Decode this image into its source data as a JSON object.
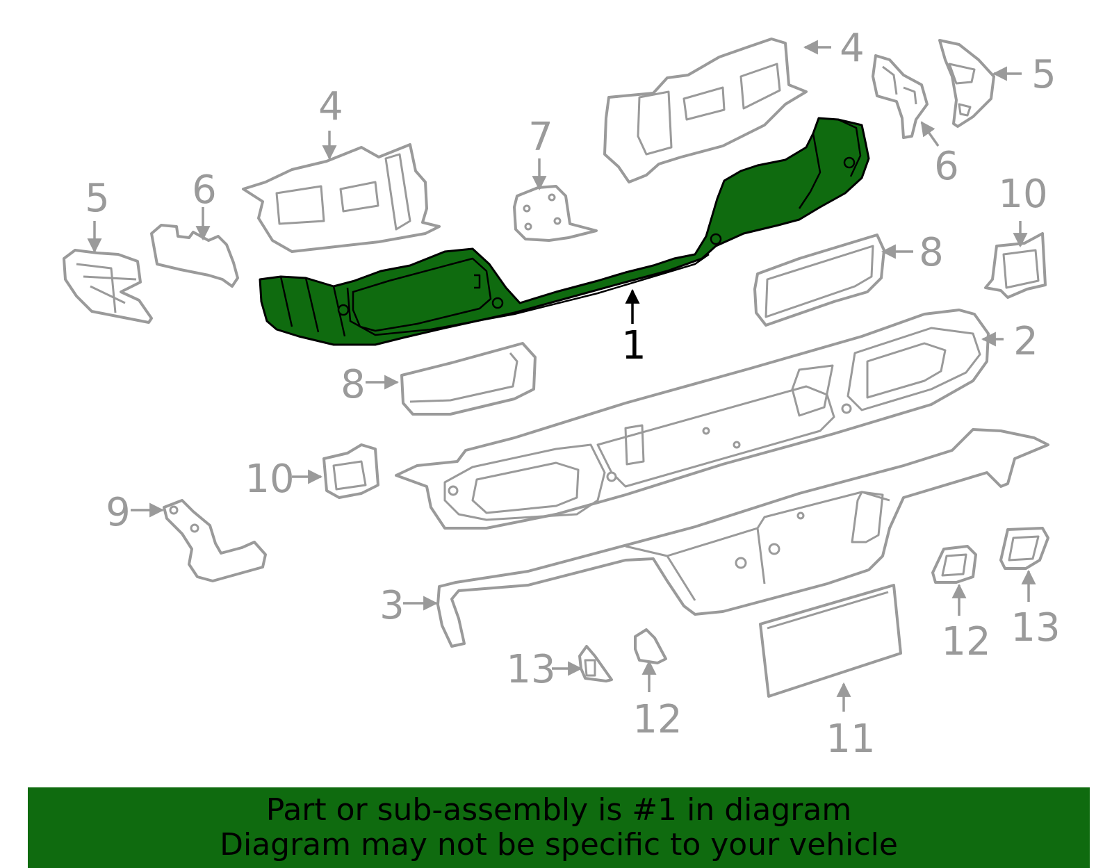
{
  "colors": {
    "highlight": "#0f6b0f",
    "banner": "#0f6b0f",
    "outline": "#9a9a9a",
    "active_outline": "#000000"
  },
  "diagram": {
    "callouts": [
      "1",
      "2",
      "3",
      "4",
      "4",
      "5",
      "5",
      "6",
      "6",
      "7",
      "8",
      "8",
      "9",
      "10",
      "10",
      "11",
      "12",
      "12",
      "13",
      "13"
    ],
    "highlighted_part": "1"
  },
  "banner": {
    "line1": "Part or sub-assembly is #1 in diagram",
    "line2": "Diagram may not be specific to your vehicle"
  }
}
